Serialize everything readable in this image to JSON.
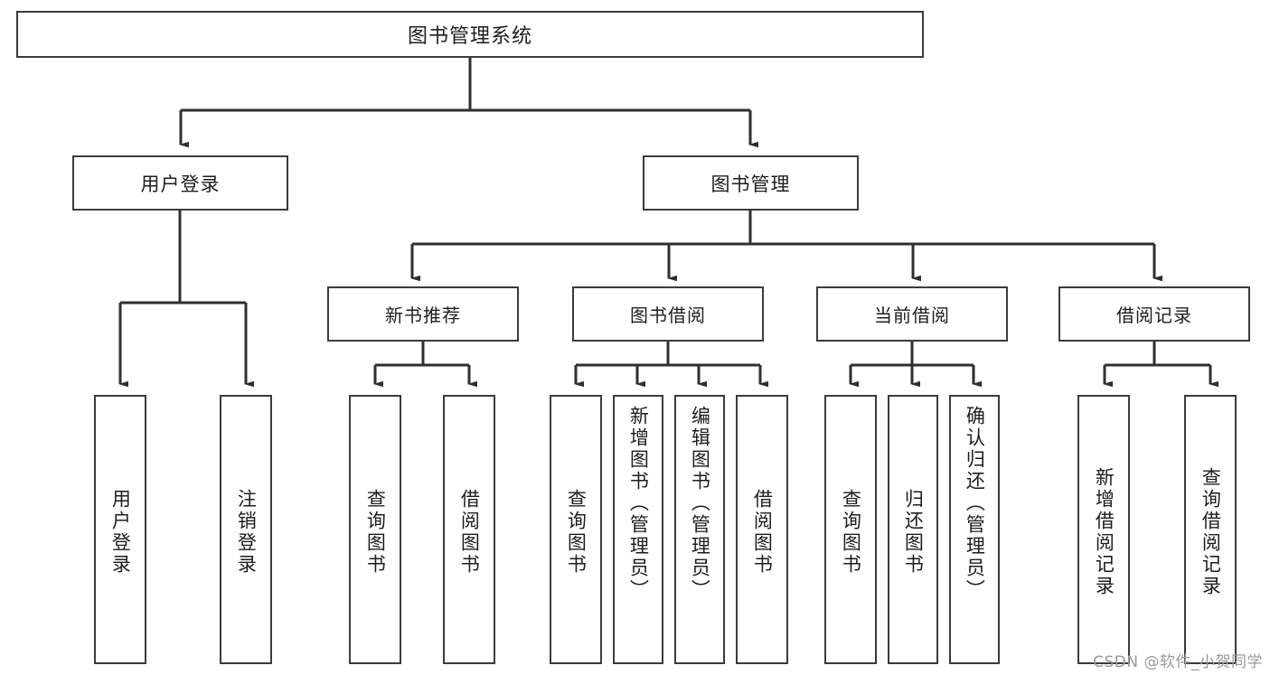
{
  "diagram": {
    "type": "tree",
    "title": "图书管理系统",
    "orientation": "top-down",
    "colors": {
      "box_border": "#3b3b3b",
      "box_fill": "#ffffff",
      "connector": "#2f2f2f",
      "text": "#1d1d1d",
      "watermark": "#9a9a9a",
      "background": "#ffffff"
    },
    "root": {
      "id": "root",
      "label": "图书管理系统",
      "orientation": "horizontal"
    },
    "level1": [
      {
        "id": "user-login",
        "label": "用户登录",
        "orientation": "horizontal"
      },
      {
        "id": "book-management",
        "label": "图书管理",
        "orientation": "horizontal"
      }
    ],
    "level2": [
      {
        "id": "new-book-recommend",
        "label": "新书推荐",
        "parent": "book-management",
        "orientation": "horizontal"
      },
      {
        "id": "book-borrow",
        "label": "图书借阅",
        "parent": "book-management",
        "orientation": "horizontal"
      },
      {
        "id": "current-borrow",
        "label": "当前借阅",
        "parent": "book-management",
        "orientation": "horizontal"
      },
      {
        "id": "borrow-record",
        "label": "借阅记录",
        "parent": "book-management",
        "orientation": "horizontal"
      }
    ],
    "leaves": [
      {
        "id": "leaf-user-login",
        "label": "用户登录",
        "parent": "user-login",
        "orientation": "vertical"
      },
      {
        "id": "leaf-user-logout",
        "label": "注销登录",
        "parent": "user-login",
        "orientation": "vertical"
      },
      {
        "id": "leaf-query-book-1",
        "label": "查询图书",
        "parent": "new-book-recommend",
        "orientation": "vertical"
      },
      {
        "id": "leaf-borrow-book-1",
        "label": "借阅图书",
        "parent": "new-book-recommend",
        "orientation": "vertical"
      },
      {
        "id": "leaf-query-book-2",
        "label": "查询图书",
        "parent": "book-borrow",
        "orientation": "vertical"
      },
      {
        "id": "leaf-add-book-admin",
        "label": "新增图书（管理员）",
        "parent": "book-borrow",
        "orientation": "vertical"
      },
      {
        "id": "leaf-edit-book-admin",
        "label": "编辑图书（管理员）",
        "parent": "book-borrow",
        "orientation": "vertical"
      },
      {
        "id": "leaf-borrow-book-2",
        "label": "借阅图书",
        "parent": "book-borrow",
        "orientation": "vertical"
      },
      {
        "id": "leaf-query-book-3",
        "label": "查询图书",
        "parent": "current-borrow",
        "orientation": "vertical"
      },
      {
        "id": "leaf-return-book",
        "label": "归还图书",
        "parent": "current-borrow",
        "orientation": "vertical"
      },
      {
        "id": "leaf-confirm-return-admin",
        "label": "确认归还（管理员）",
        "parent": "current-borrow",
        "orientation": "vertical"
      },
      {
        "id": "leaf-add-record",
        "label": "新增借阅记录",
        "parent": "borrow-record",
        "orientation": "vertical"
      },
      {
        "id": "leaf-query-record",
        "label": "查询借阅记录",
        "parent": "borrow-record",
        "orientation": "vertical"
      }
    ]
  },
  "watermark": {
    "text": "CSDN @软件_小贺同学"
  }
}
